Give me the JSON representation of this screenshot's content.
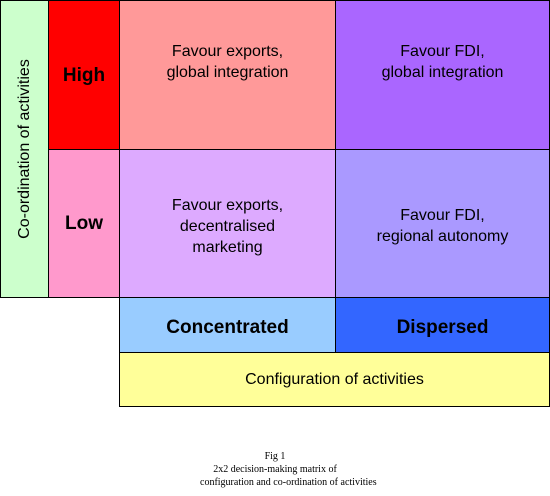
{
  "colors": {
    "y_axis_label_bg": "#ccffcc",
    "high_bg": "#ff0000",
    "low_bg": "#ff99cc",
    "top_left_bg": "#ff9999",
    "top_right_bg": "#aa66ff",
    "bottom_left_bg": "#ddaaff",
    "bottom_right_bg": "#aa99ff",
    "concentrated_bg": "#99ccff",
    "dispersed_bg": "#3366ff",
    "x_axis_label_bg": "#ffff99"
  },
  "y_axis": {
    "label": "Co-ordination of activities",
    "high": "High",
    "low": "Low"
  },
  "x_axis": {
    "concentrated": "Concentrated",
    "dispersed": "Dispersed",
    "label": "Configuration of activities"
  },
  "matrix": {
    "top_left": {
      "line1": "Favour exports,",
      "line2": "global integration"
    },
    "top_right": {
      "line1": "Favour FDI,",
      "line2": "global integration"
    },
    "bottom_left": {
      "line1": "Favour exports,",
      "line2": "decentralised",
      "line3": "marketing"
    },
    "bottom_right": {
      "line1": "Favour FDI,",
      "line2": "regional autonomy"
    }
  },
  "caption": {
    "line1": "Fig 1",
    "line2": "2x2 decision-making matrix of",
    "line3": "configuration and co-ordination of activities"
  }
}
